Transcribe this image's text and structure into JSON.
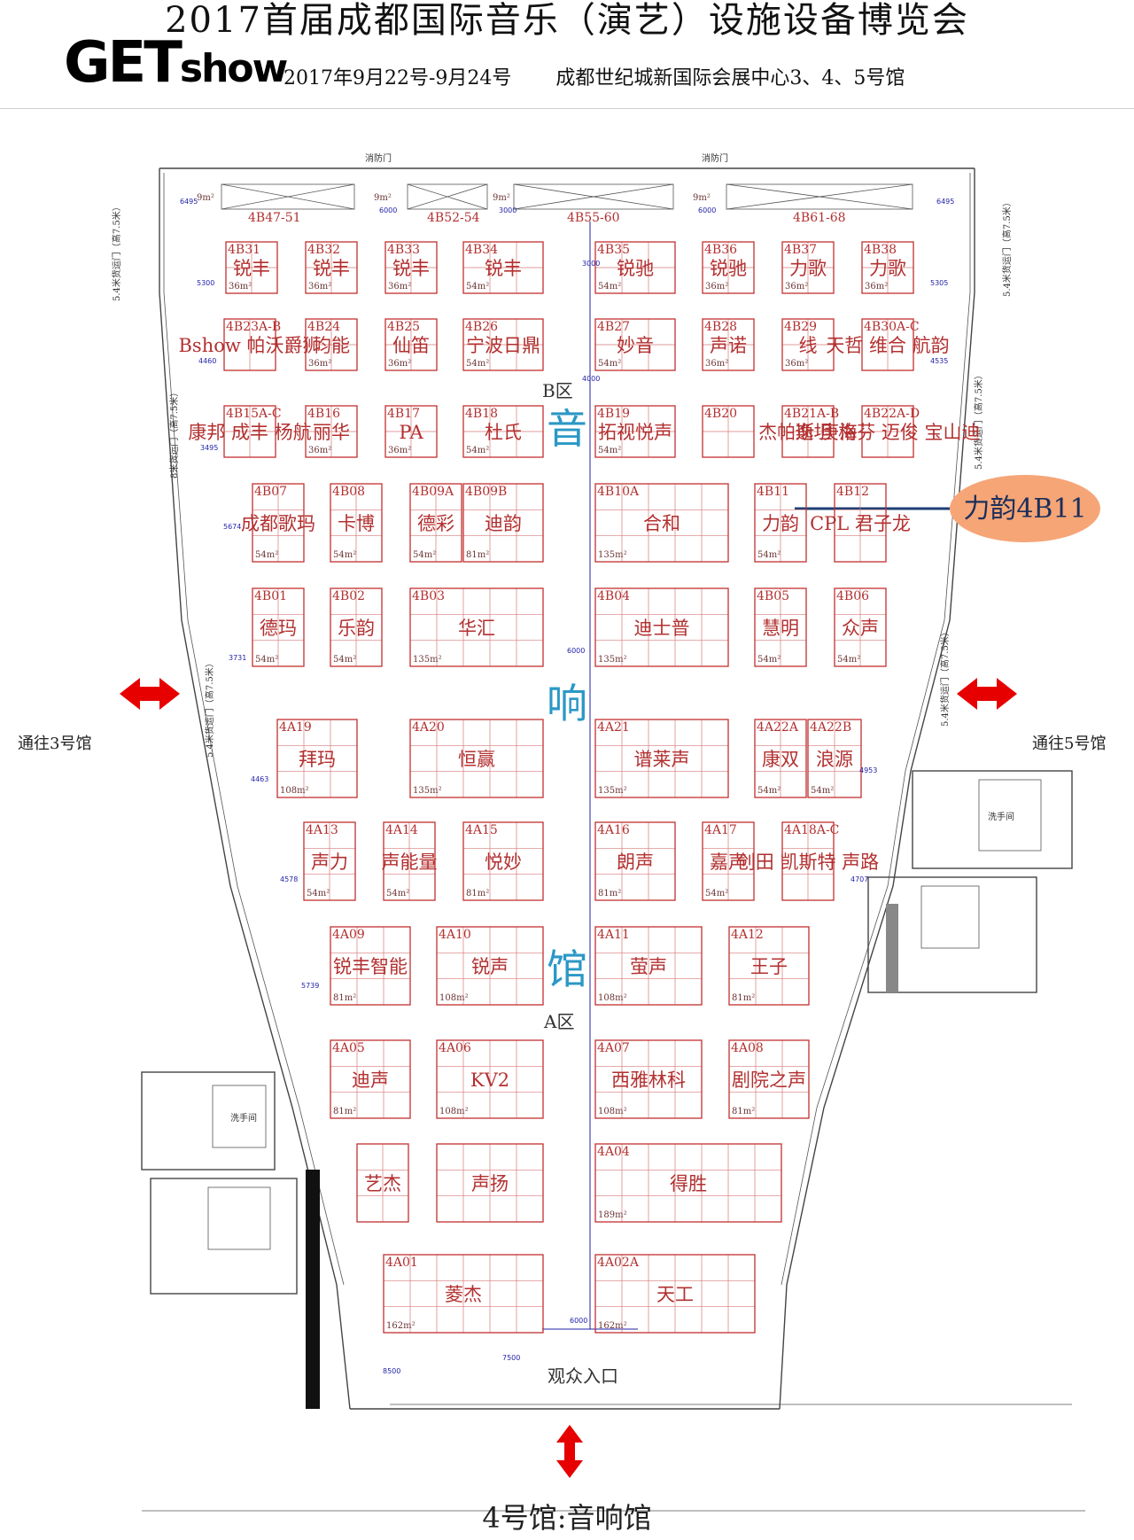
{
  "header": {
    "title": "2017首届成都国际音乐（演艺）设施设备博览会",
    "logo_big": "GET",
    "logo_small": "show",
    "date": "2017年9月22号-9月24号",
    "venue": "成都世纪城新国际会展中心3、4、5号馆"
  },
  "footer": {
    "title": "4号馆:音响馆"
  },
  "labels": {
    "hall_chars": [
      "音",
      "响",
      "馆"
    ],
    "zone_b": "B区",
    "zone_a": "A区",
    "to_hall3": "通往3号馆",
    "to_hall5": "通往5号馆",
    "entrance": "观众入口",
    "fire_door": "消防门",
    "washroom": "洗手间",
    "cargo_door_54": "5.4米货运门（高7.5米）",
    "cargo_door_8": "8米货运门（高7.5米）",
    "callout": "力韵4B11"
  },
  "colors": {
    "booth": "#c23030",
    "hall_text": "#2b98c6",
    "callout_bg": "#f6a577",
    "callout_line": "#1e3f75",
    "arrow": "#e60000",
    "dimension": "#1f1fa8"
  },
  "top_strip": [
    {
      "code": "4B47-51",
      "area": "9m²"
    },
    {
      "code": "4B52-54",
      "area": "9m²"
    },
    {
      "code": "4B55-60",
      "area": "9m²"
    },
    {
      "code": "4B61-68",
      "area": "9m²"
    }
  ],
  "booths": [
    {
      "code": "4B31",
      "name": "锐丰",
      "area": "36m²"
    },
    {
      "code": "4B32",
      "name": "锐丰",
      "area": "36m²"
    },
    {
      "code": "4B33",
      "name": "锐丰",
      "area": "36m²"
    },
    {
      "code": "4B34",
      "name": "锐丰",
      "area": "54m²"
    },
    {
      "code": "4B35",
      "name": "锐驰",
      "area": "54m²"
    },
    {
      "code": "4B36",
      "name": "锐驰",
      "area": "36m²"
    },
    {
      "code": "4B37",
      "name": "力歌",
      "area": "36m²"
    },
    {
      "code": "4B38",
      "name": "力歌",
      "area": "36m²"
    },
    {
      "code": "4B23A-B",
      "name": "Bshow 帕沃爵狮",
      "area": ""
    },
    {
      "code": "4B24",
      "name": "均能",
      "area": "36m²"
    },
    {
      "code": "4B25",
      "name": "仙笛",
      "area": "36m²"
    },
    {
      "code": "4B26",
      "name": "宁波日鼎",
      "area": "54m²"
    },
    {
      "code": "4B27",
      "name": "妙音",
      "area": "54m²"
    },
    {
      "code": "4B28",
      "name": "声诺",
      "area": "36m²"
    },
    {
      "code": "4B29",
      "name": "线",
      "area": "36m²"
    },
    {
      "code": "4B30A-C",
      "name": "天哲 维合 航韵",
      "area": ""
    },
    {
      "code": "4B15A-C",
      "name": "康邦 成丰 杨航",
      "area": ""
    },
    {
      "code": "4B16",
      "name": "丽华",
      "area": "36m²"
    },
    {
      "code": "4B17",
      "name": "PA",
      "area": "36m²"
    },
    {
      "code": "4B18",
      "name": "杜氏",
      "area": "54m²"
    },
    {
      "code": "4B19",
      "name": "拓视悦声",
      "area": "54m²"
    },
    {
      "code": "4B20",
      "name": "",
      "area": ""
    },
    {
      "code": "4B21A-B",
      "name": "杰帕斯 庚海",
      "area": ""
    },
    {
      "code": "4B22A-D",
      "name": "逸坦 格芬 迈俊 宝山迪",
      "area": ""
    },
    {
      "code": "4B07",
      "name": "成都歌玛",
      "area": "54m²"
    },
    {
      "code": "4B08",
      "name": "卡博",
      "area": "54m²"
    },
    {
      "code": "4B09A",
      "name": "德彩",
      "area": "54m²"
    },
    {
      "code": "4B09B",
      "name": "迪韵",
      "area": "81m²"
    },
    {
      "code": "4B10A",
      "name": "合和",
      "area": "135m²"
    },
    {
      "code": "4B11",
      "name": "力韵",
      "area": "54m²"
    },
    {
      "code": "4B12",
      "name": "CPL 君子龙",
      "area": ""
    },
    {
      "code": "4B01",
      "name": "德玛",
      "area": "54m²"
    },
    {
      "code": "4B02",
      "name": "乐韵",
      "area": "54m²"
    },
    {
      "code": "4B03",
      "name": "华汇",
      "area": "135m²"
    },
    {
      "code": "4B04",
      "name": "迪士普",
      "area": "135m²"
    },
    {
      "code": "4B05",
      "name": "慧明",
      "area": "54m²"
    },
    {
      "code": "4B06",
      "name": "众声",
      "area": "54m²"
    },
    {
      "code": "4A19",
      "name": "拜玛",
      "area": "108m²"
    },
    {
      "code": "4A20",
      "name": "恒赢",
      "area": "135m²"
    },
    {
      "code": "4A21",
      "name": "谱莱声",
      "area": "135m²"
    },
    {
      "code": "4A22A",
      "name": "康双",
      "area": "54m²"
    },
    {
      "code": "4A22B",
      "name": "浪源",
      "area": "54m²"
    },
    {
      "code": "4A13",
      "name": "声力",
      "area": "54m²"
    },
    {
      "code": "4A14",
      "name": "声能量",
      "area": "54m²"
    },
    {
      "code": "4A15",
      "name": "悦妙",
      "area": "81m²"
    },
    {
      "code": "4A16",
      "name": "朗声",
      "area": "81m²"
    },
    {
      "code": "4A17",
      "name": "嘉声",
      "area": "54m²"
    },
    {
      "code": "4A18A-C",
      "name": "创田 凯斯特 声路",
      "area": ""
    },
    {
      "code": "4A09",
      "name": "锐丰智能",
      "area": "81m²"
    },
    {
      "code": "4A10",
      "name": "锐声",
      "area": "108m²"
    },
    {
      "code": "4A11",
      "name": "萤声",
      "area": "108m²"
    },
    {
      "code": "4A12",
      "name": "王子",
      "area": "81m²"
    },
    {
      "code": "4A05",
      "name": "迪声",
      "area": "81m²"
    },
    {
      "code": "4A06",
      "name": "KV2",
      "area": "108m²"
    },
    {
      "code": "4A07",
      "name": "西雅林科",
      "area": "108m²"
    },
    {
      "code": "4A08",
      "name": "剧院之声",
      "area": "81m²"
    },
    {
      "code": "",
      "name": "艺杰",
      "area": ""
    },
    {
      "code": "",
      "name": "声扬",
      "area": ""
    },
    {
      "code": "4A04",
      "name": "得胜",
      "area": "189m²"
    },
    {
      "code": "4A01",
      "name": "菱杰",
      "area": "162m²"
    },
    {
      "code": "4A02A",
      "name": "天工",
      "area": "162m²"
    }
  ],
  "dimensions": [
    "6495",
    "6000",
    "3000",
    "6000",
    "6495",
    "5300",
    "5305",
    "4460",
    "4535",
    "3495",
    "5674",
    "3731",
    "6000",
    "4463",
    "4953",
    "4578",
    "4707",
    "5739",
    "6000",
    "8500",
    "7500",
    "3000",
    "4000"
  ]
}
